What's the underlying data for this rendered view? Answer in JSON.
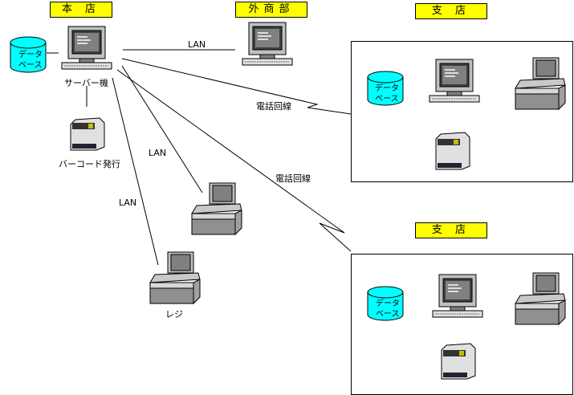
{
  "headquarters": {
    "title": "本 店",
    "server_label": "サーバー機",
    "database_label_line1": "データ",
    "database_label_line2": "ベース",
    "barcode_label": "バーコード発行",
    "register_label": "レジ"
  },
  "sales_dept": {
    "title": "外商部"
  },
  "branches": [
    {
      "title": "支 店",
      "database_label_line1": "データ",
      "database_label_line2": "ベース"
    },
    {
      "title": "支 店",
      "database_label_line1": "データ",
      "database_label_line2": "ベース"
    }
  ],
  "connections": {
    "lan_sales": "LAN",
    "lan_register1": "LAN",
    "lan_register2": "LAN",
    "phone_branch1": "電話回線",
    "phone_branch2": "電話回線"
  },
  "colors": {
    "label_bg": "#ffff00",
    "database_fill": "#00ffff"
  }
}
